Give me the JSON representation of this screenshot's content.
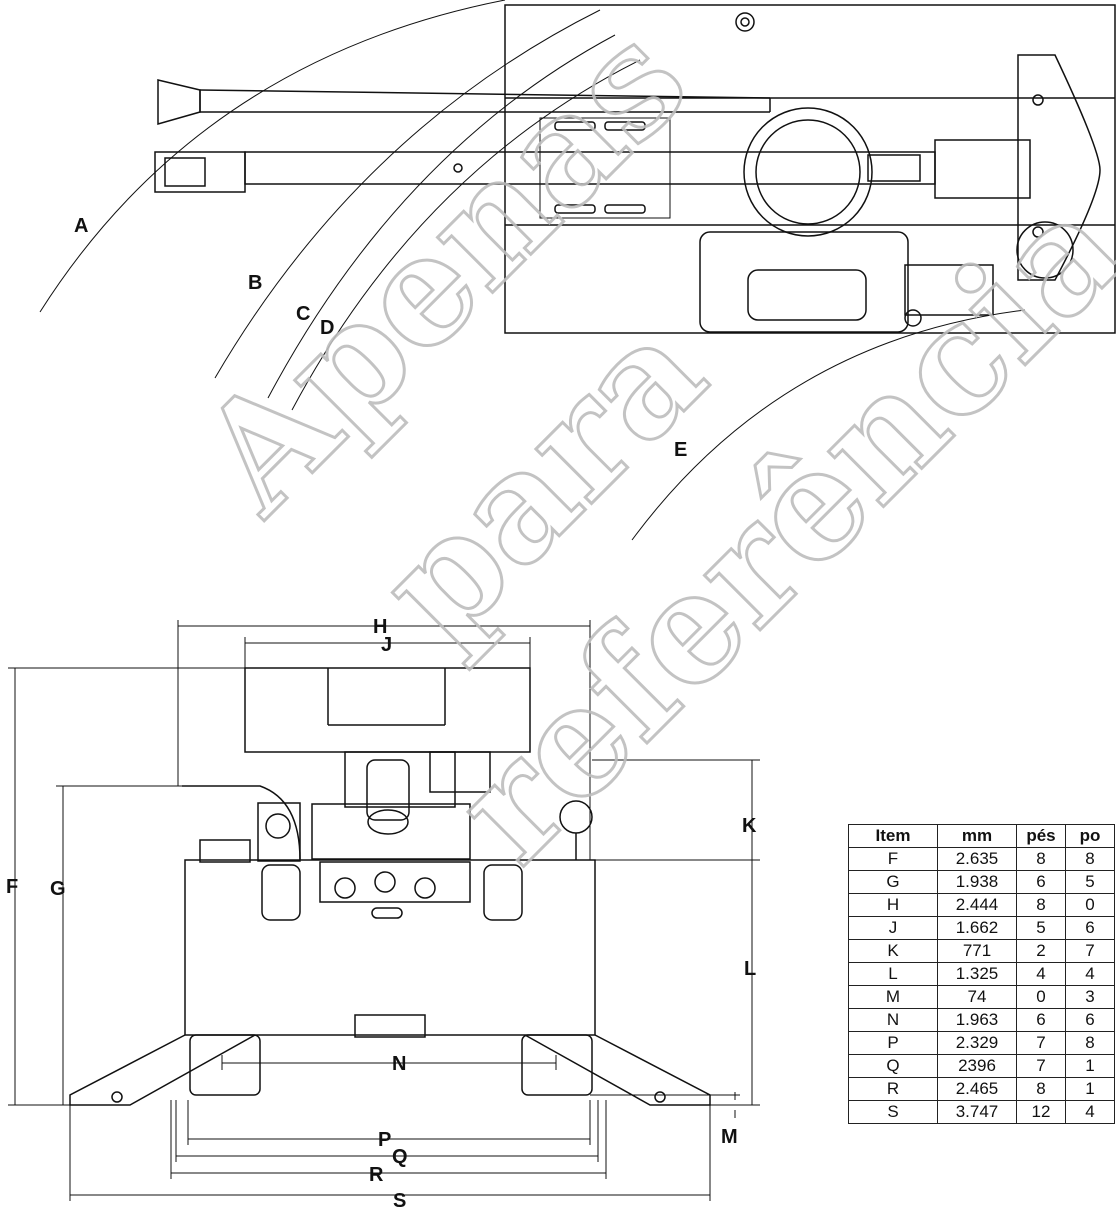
{
  "top_view": {
    "arc_labels": [
      "A",
      "B",
      "C",
      "D",
      "E"
    ]
  },
  "front_view": {
    "dimension_labels": {
      "F": "F",
      "G": "G",
      "H": "H",
      "J": "J",
      "K": "K",
      "L": "L",
      "M": "M",
      "N": "N",
      "P": "P",
      "Q": "Q",
      "R": "R",
      "S": "S"
    }
  },
  "watermark": {
    "line1": "Apenas",
    "line2": "para",
    "line3": "referência"
  },
  "table": {
    "headers": [
      "Item",
      "mm",
      "pés",
      "po"
    ],
    "rows": [
      [
        "F",
        "2.635",
        "8",
        "8"
      ],
      [
        "G",
        "1.938",
        "6",
        "5"
      ],
      [
        "H",
        "2.444",
        "8",
        "0"
      ],
      [
        "J",
        "1.662",
        "5",
        "6"
      ],
      [
        "K",
        "771",
        "2",
        "7"
      ],
      [
        "L",
        "1.325",
        "4",
        "4"
      ],
      [
        "M",
        "74",
        "0",
        "3"
      ],
      [
        "N",
        "1.963",
        "6",
        "6"
      ],
      [
        "P",
        "2.329",
        "7",
        "8"
      ],
      [
        "Q",
        "2396",
        "7",
        "1"
      ],
      [
        "R",
        "2.465",
        "8",
        "1"
      ],
      [
        "S",
        "3.747",
        "12",
        "4"
      ]
    ]
  }
}
